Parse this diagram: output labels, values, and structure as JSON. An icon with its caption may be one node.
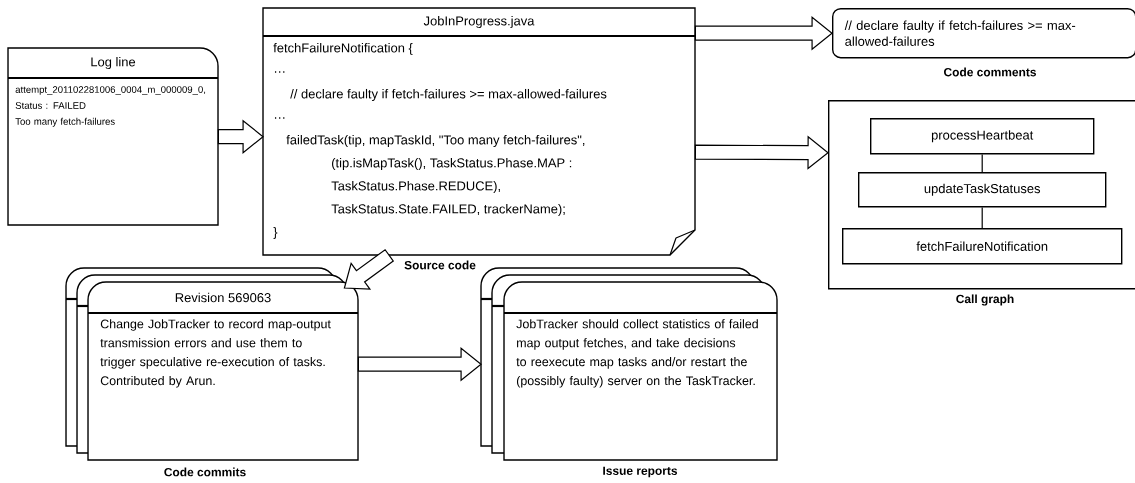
{
  "diagram": {
    "nodes": [
      {
        "text": [
          "Log line",
          "attempt_201102281006_0004_m_000009_0, Status : FAILED",
          "Too many fetch-failures"
        ]
      },
      {
        "text": [
          "JobInProgress.java",
          "fetchFailureNotification {",
          "…",
          "// declare faulty if fetch-failures >= max-allowed-failures",
          "…",
          "failedTask(tip, mapTaskId, \"Too many fetch-failures\",",
          "(tip.isMapTask(), TaskStatus.Phase.MAP :",
          "TaskStatus.Phase.REDUCE),",
          "TaskStatus.State.FAILED, trackerName);",
          "}"
        ],
        "beside": [
          "Source code"
        ]
      },
      {
        "text": [
          "// declare faulty if fetch-failures >= max-allowed-failures"
        ],
        "beside": [
          "Code comments"
        ]
      },
      {
        "text": [],
        "shape": "box",
        "beside": [
          "Call graph"
        ]
      },
      {
        "text": [
          "processHeartbeat"
        ],
        "in": 3
      },
      {
        "text": [
          "updateTaskStatuses"
        ],
        "in": 3
      },
      {
        "text": [
          "fetchFailureNotification"
        ],
        "in": 3
      },
      {
        "text": [
          "Revision 569063",
          "Change JobTracker to record map-output transmission errors and use them to trigger speculative re-execution of tasks.  Contributed by Arun."
        ],
        "beside": [
          "Code commits"
        ]
      },
      {
        "text": [
          "JobTracker should collect statistics of failed map output fetches, and take decisions to reexecute map tasks and/or restart the (possibly faulty) server on the TaskTracker."
        ],
        "beside": [
          "Issue reports"
        ]
      }
    ],
    "edges": [
      {
        "from": 0,
        "to": 1,
        "arrow": "to"
      },
      {
        "from": 1,
        "to": 2,
        "arrow": "to"
      },
      {
        "from": 1,
        "to": 3,
        "arrow": "to"
      },
      {
        "from": 1,
        "to": 7,
        "arrow": "to"
      },
      {
        "from": 7,
        "to": 8,
        "arrow": "to"
      },
      {
        "from": 4,
        "to": 5,
        "arrow": "none"
      },
      {
        "from": 5,
        "to": 6,
        "arrow": "none"
      }
    ]
  }
}
